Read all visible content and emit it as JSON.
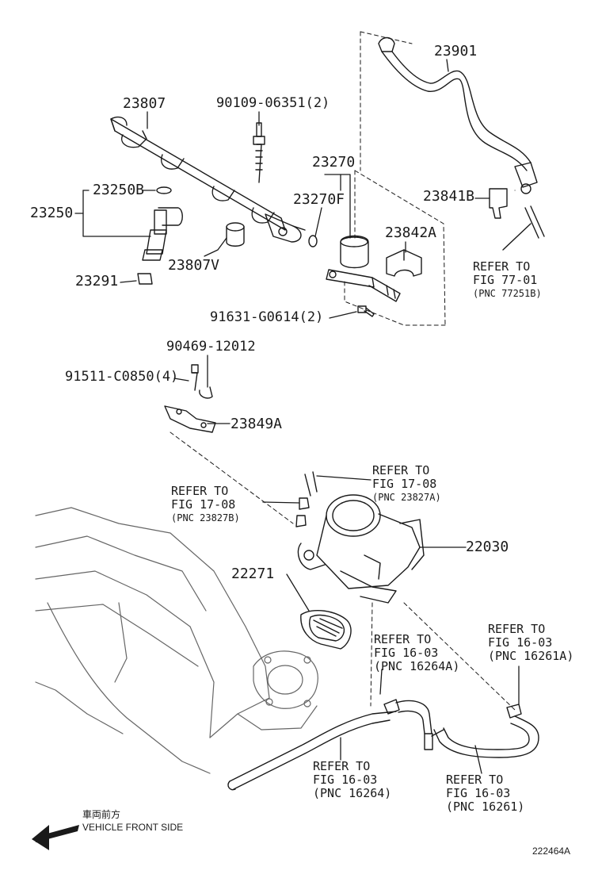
{
  "parts": {
    "p23807": "23807",
    "p90109": "90109-06351(2)",
    "p23901": "23901",
    "p23270": "23270",
    "p23250B": "23250B",
    "p23250": "23250",
    "p23270F": "23270F",
    "p23841B": "23841B",
    "p23842A": "23842A",
    "p23807V": "23807V",
    "p23291": "23291",
    "p91631": "91631-G0614(2)",
    "p90469": "90469-12012",
    "p91511": "91511-C0850(4)",
    "p23849A": "23849A",
    "p22030": "22030",
    "p22271": "22271"
  },
  "refs": {
    "fig7701": {
      "l1": "REFER TO",
      "l2": "FIG 77-01",
      "l3": "(PNC 77251B)"
    },
    "fig1708a": {
      "l1": "REFER TO",
      "l2": "FIG 17-08",
      "l3": "(PNC 23827A)"
    },
    "fig1708b": {
      "l1": "REFER TO",
      "l2": "FIG 17-08",
      "l3": "(PNC 23827B)"
    },
    "fig1603a": {
      "l1": "REFER TO",
      "l2": "FIG 16-03",
      "l3": "(PNC 16264A)"
    },
    "fig1603b": {
      "l1": "REFER TO",
      "l2": "FIG 16-03",
      "l3": "(PNC 16261A)"
    },
    "fig1603c": {
      "l1": "REFER TO",
      "l2": "FIG 16-03",
      "l3": "(PNC 16264)"
    },
    "fig1603d": {
      "l1": "REFER TO",
      "l2": "FIG 16-03",
      "l3": "(PNC 16261)"
    }
  },
  "direction": {
    "jp": "車両前方",
    "en": "VEHICLE FRONT SIDE"
  },
  "figure_id": "222464A"
}
